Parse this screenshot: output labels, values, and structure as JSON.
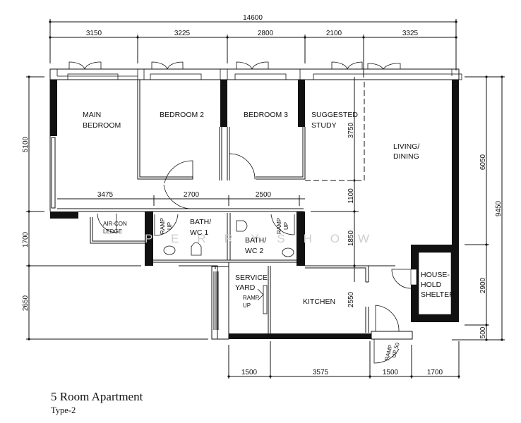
{
  "title": "5 Room Apartment",
  "subtitle": "Type-2",
  "watermark": "P E R R Y S H O W",
  "rooms": {
    "main_bedroom_1": "MAIN",
    "main_bedroom_2": "BEDROOM",
    "bedroom2": "BEDROOM 2",
    "bedroom3": "BEDROOM 3",
    "study_1": "SUGGESTED",
    "study_2": "STUDY",
    "living_1": "LIVING/",
    "living_2": "DINING",
    "aircon_1": "AIR-CON",
    "aircon_2": "LEDGE",
    "bath1_1": "BATH/",
    "bath1_2": "WC 1",
    "bath2_1": "BATH/",
    "bath2_2": "WC 2",
    "service_1": "SERVICE",
    "service_2": "YARD",
    "kitchen": "KITCHEN",
    "shelter_1": "HOUSE-",
    "shelter_2": "HOLD",
    "shelter_3": "SHELTER"
  },
  "annotations": {
    "ramp": "RAMP",
    "up": "UP",
    "ramp_up_50": "UP 50"
  },
  "dimensions": {
    "top_total": "14600",
    "top": [
      "3150",
      "3225",
      "2800",
      "2100",
      "3325"
    ],
    "left": [
      "5100",
      "1700",
      "2650"
    ],
    "right_inner": [
      "6050",
      "2900",
      "500"
    ],
    "right_total": "9450",
    "bottom": [
      "1500",
      "3575",
      "1500",
      "1700"
    ],
    "internal_horizontal": [
      "3475",
      "2700",
      "2500"
    ],
    "internal_vertical": [
      "3750",
      "1100",
      "1850",
      "2550"
    ]
  }
}
